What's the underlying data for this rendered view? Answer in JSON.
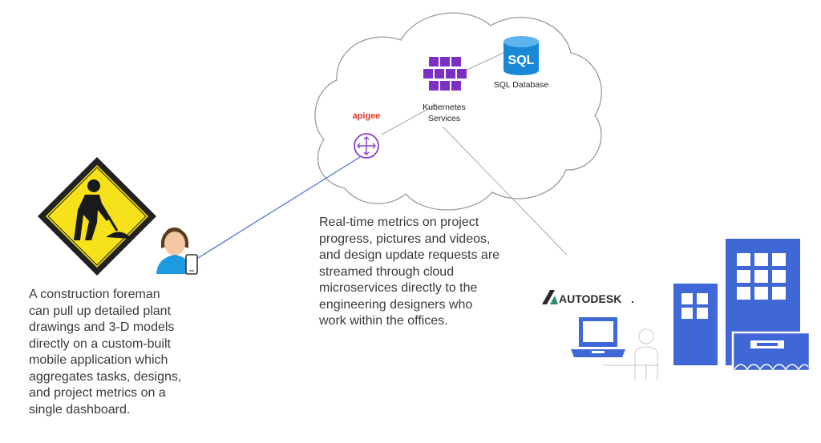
{
  "cloud": {
    "kubernetes_label_line1": "Kubernetes",
    "kubernetes_label_line2": "Services",
    "sql_label": "SQL Database",
    "sql_icon_text": "SQL",
    "apigee_label": "apigee"
  },
  "autodesk": {
    "logo_text": "AUTODESK",
    "logo_mark": "."
  },
  "foreman_text": {
    "lines": [
      "A construction foreman",
      "can pull up detailed plant",
      "drawings and 3-D models",
      "directly on a custom-built",
      "mobile application which",
      "aggregates tasks, designs,",
      "and project metrics on a",
      "single dashboard."
    ]
  },
  "metrics_text": {
    "lines": [
      "Real-time metrics on project",
      "progress, pictures and videos,",
      "and design update requests are",
      "streamed through cloud",
      "microservices directly to the",
      "engineering designers who",
      "work within the offices."
    ]
  },
  "colors": {
    "construction_sign": "#F7E11A",
    "kubernetes_purple": "#7B2FC4",
    "sql_blue": "#1A88D6",
    "apigee_red": "#E33B2C",
    "apigee_circle": "#8A3FD1",
    "building_blue": "#3F67D6",
    "connector_blue": "#4A6FD1",
    "connector_gray": "#A8A8A8",
    "avatar_shirt": "#1E9BE0"
  }
}
